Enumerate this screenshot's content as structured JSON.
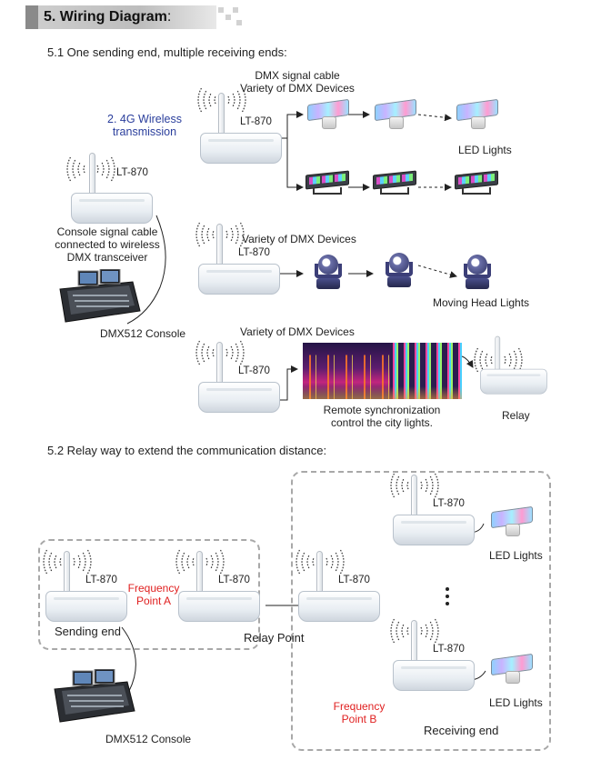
{
  "header": {
    "number": "5.",
    "title": "Wiring Diagram",
    "colon": ":"
  },
  "section1": {
    "title": "5.1  One sending end, multiple receiving ends:",
    "wireless_label_line1": "2. 4G Wireless",
    "wireless_label_line2": "transmission",
    "dmx_cable_label": "DMX signal cable",
    "variety_label_1": "Variety of DMX Devices",
    "variety_label_2": "Variety of DMX Devices",
    "variety_label_3": "Variety of DMX Devices",
    "device_label": "LT-870",
    "console_cable_line1": "Console signal cable",
    "console_cable_line2": "connected to wireless",
    "console_cable_line3": "DMX transceiver",
    "console_label": "DMX512 Console",
    "led_lights_label": "LED Lights",
    "moving_head_label": "Moving Head Lights",
    "remote_line1": "Remote synchronization",
    "remote_line2": "control the city lights.",
    "relay_label": "Relay"
  },
  "section2": {
    "title": "5.2  Relay way to extend the communication distance:",
    "device_label": "LT-870",
    "sending_end_label": "Sending end",
    "frequency_a_line1": "Frequency",
    "frequency_a_line2": "Point A",
    "relay_point_label": "Relay Point",
    "led_lights_label_1": "LED Lights",
    "led_lights_label_2": "LED Lights",
    "frequency_b_line1": "Frequency",
    "frequency_b_line2": "Point B",
    "receiving_end_label": "Receiving end",
    "console_label": "DMX512 Console"
  },
  "colors": {
    "accent_blue": "#2a3e9c",
    "accent_red": "#e02020",
    "dash_gray": "#a8a8a8"
  }
}
